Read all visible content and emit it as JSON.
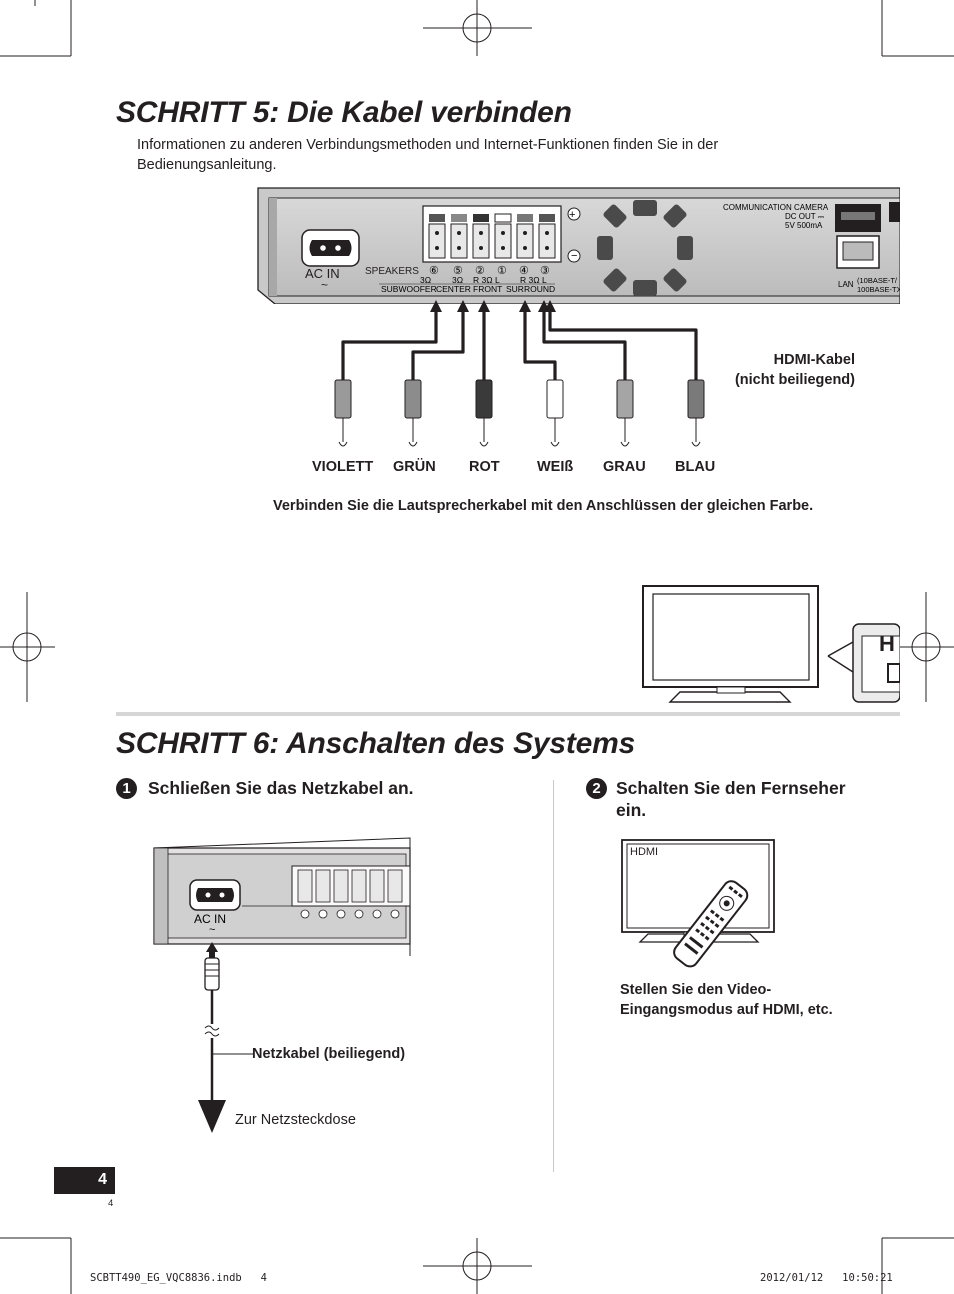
{
  "step5": {
    "title": "SCHRITT 5: Die Kabel verbinden",
    "intro_line1": "Informationen zu anderen Verbindungsmethoden und Internet-Funktionen finden Sie in der",
    "intro_line2": "Bedienungsanleitung.",
    "panel": {
      "ac_in": "AC IN",
      "speakers": "SPEAKERS",
      "ohm_sub": "3Ω",
      "ohm_center": "3Ω",
      "front_spec": "R 3Ω L",
      "surround_spec": "R 3Ω L",
      "terminal_numbers": [
        "⑥",
        "⑤",
        "②",
        "①",
        "④",
        "③"
      ],
      "group_subwoofer": "SUBWOOFER",
      "group_center": "CENTER",
      "group_front": "FRONT",
      "group_surround": "SURROUND",
      "comm_line1": "COMMUNICATION CAMERA",
      "comm_line2": "DC OUT ⎓",
      "comm_line3": "5V 500mA",
      "lan": "LAN",
      "lan_spec1": "(10BASE-T/",
      "lan_spec2": "100BASE-TX"
    },
    "hdmi_cable_line1": "HDMI-Kabel",
    "hdmi_cable_line2": "(nicht beiliegend)",
    "colors": [
      "VIOLETT",
      "GRÜN",
      "ROT",
      "WEIß",
      "GRAU",
      "BLAU"
    ],
    "note": "Verbinden Sie die Lautsprecherkabel mit den Anschlüssen der gleichen Farbe.",
    "tv_port_label": "H"
  },
  "step6": {
    "title": "SCHRITT 6: Anschalten des Systems",
    "sub1_number": "1",
    "sub1_title": "Schließen Sie das Netzkabel an.",
    "sub2_number": "2",
    "sub2_title_line1": "Schalten Sie den Fernseher",
    "sub2_title_line2": "ein.",
    "ac_in": "AC IN",
    "power_cord": "Netzkabel (beiliegend)",
    "outlet": "Zur Netzsteckdose",
    "tv_input_label": "HDMI",
    "note_line1": "Stellen Sie den Video-",
    "note_line2": "Eingangsmodus auf HDMI, etc."
  },
  "page": {
    "number": "4",
    "small_number": "4",
    "footer_file": "SCBTT490_EG_VQC8836.indb   4",
    "footer_date": "2012/01/12   10:50:21"
  }
}
